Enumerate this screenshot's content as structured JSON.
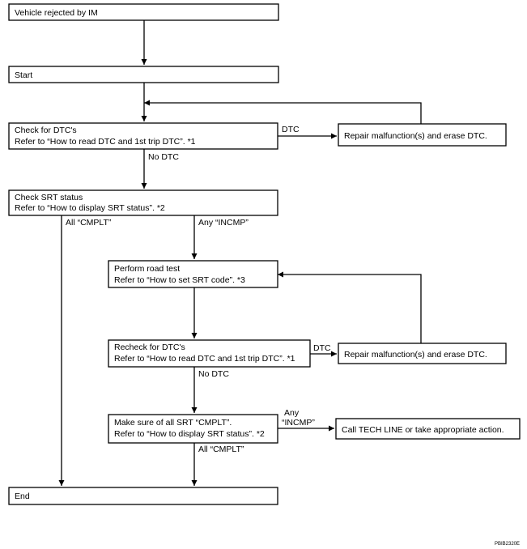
{
  "boxes": {
    "vehicle_rejected": {
      "line1": "Vehicle rejected by IM"
    },
    "start": {
      "line1": "Start"
    },
    "check_dtc": {
      "line1": "Check for DTC's",
      "line2": "Refer to “How to read DTC and 1st trip DTC”. *1"
    },
    "repair_1": {
      "line1": "Repair malfunction(s) and erase DTC."
    },
    "check_srt": {
      "line1": "Check SRT status",
      "line2": "Refer to “How to display SRT status”. *2"
    },
    "road_test": {
      "line1": "Perform road test",
      "line2": "Refer to “How to set SRT code”. *3"
    },
    "recheck_dtc": {
      "line1": "Recheck for DTC's",
      "line2": "Refer to “How to read DTC and 1st trip DTC”. *1"
    },
    "repair_2": {
      "line1": "Repair malfunction(s) and erase DTC."
    },
    "make_sure_srt": {
      "line1": "Make sure of all SRT “CMPLT”.",
      "line2": "Refer to “How to display SRT status”. *2"
    },
    "tech_line": {
      "line1": "Call TECH LINE or take appropriate action."
    },
    "end": {
      "line1": "End"
    }
  },
  "labels": {
    "dtc_1": "DTC",
    "no_dtc_1": "No DTC",
    "all_cmplt_1": "All “CMPLT”",
    "any_incmp_1": "Any “INCMP”",
    "dtc_2": "DTC",
    "no_dtc_2": "No DTC",
    "any_2": "Any",
    "incmp_2": "“INCMP”",
    "all_cmplt_2": "All “CMPLT”"
  },
  "figure_code": "PBIB2320E"
}
